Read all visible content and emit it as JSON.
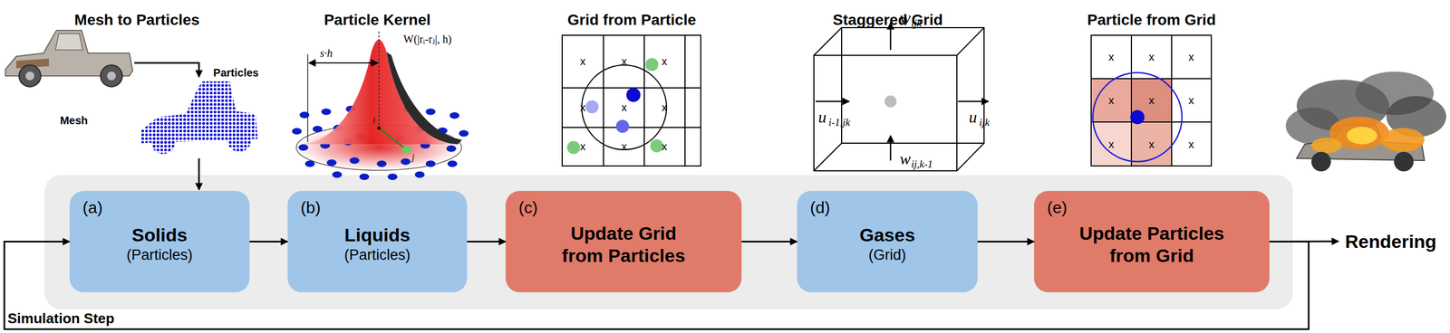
{
  "diagram": {
    "nodes": [
      {
        "text": [
          "(a)",
          "Solids",
          "(Particles)"
        ]
      },
      {
        "text": [
          "(b)",
          "Liquids",
          "(Particles)"
        ]
      },
      {
        "text": [
          "(c)",
          "Update Grid from Particles"
        ]
      },
      {
        "text": [
          "(d)",
          "Gases",
          "(Grid)"
        ]
      },
      {
        "text": [
          "(e)",
          "Update Particles from Grid"
        ]
      },
      {
        "text": [
          "Rendering"
        ]
      }
    ],
    "edges": [
      {
        "from": 0,
        "to": 1,
        "arrow": "to"
      },
      {
        "from": 1,
        "to": 2,
        "arrow": "to"
      },
      {
        "from": 2,
        "to": 3,
        "arrow": "to"
      },
      {
        "from": 3,
        "to": 4,
        "arrow": "to"
      },
      {
        "from": 4,
        "to": 5,
        "arrow": "to"
      },
      {
        "from": 4,
        "to": 0,
        "arrow": "to",
        "label": "Simulation Step"
      }
    ],
    "labels": [
      "Mesh to Particles",
      "Particle Kernel",
      "Grid from Particle",
      "Staggered Grid",
      "Particle from Grid",
      "Mesh",
      "Particles",
      "W(|rᵢ-rⱼ|, h)",
      "s·h",
      "i",
      "j",
      "x",
      "x",
      "x",
      "x",
      "x",
      "x",
      "x",
      "x",
      "x",
      "w",
      "ijk",
      "u",
      "i-1,jk",
      "w",
      "ij,k-1",
      "u",
      "ijk",
      "x",
      "x",
      "x",
      "x",
      "x",
      "x",
      "x",
      "x",
      "x"
    ]
  }
}
